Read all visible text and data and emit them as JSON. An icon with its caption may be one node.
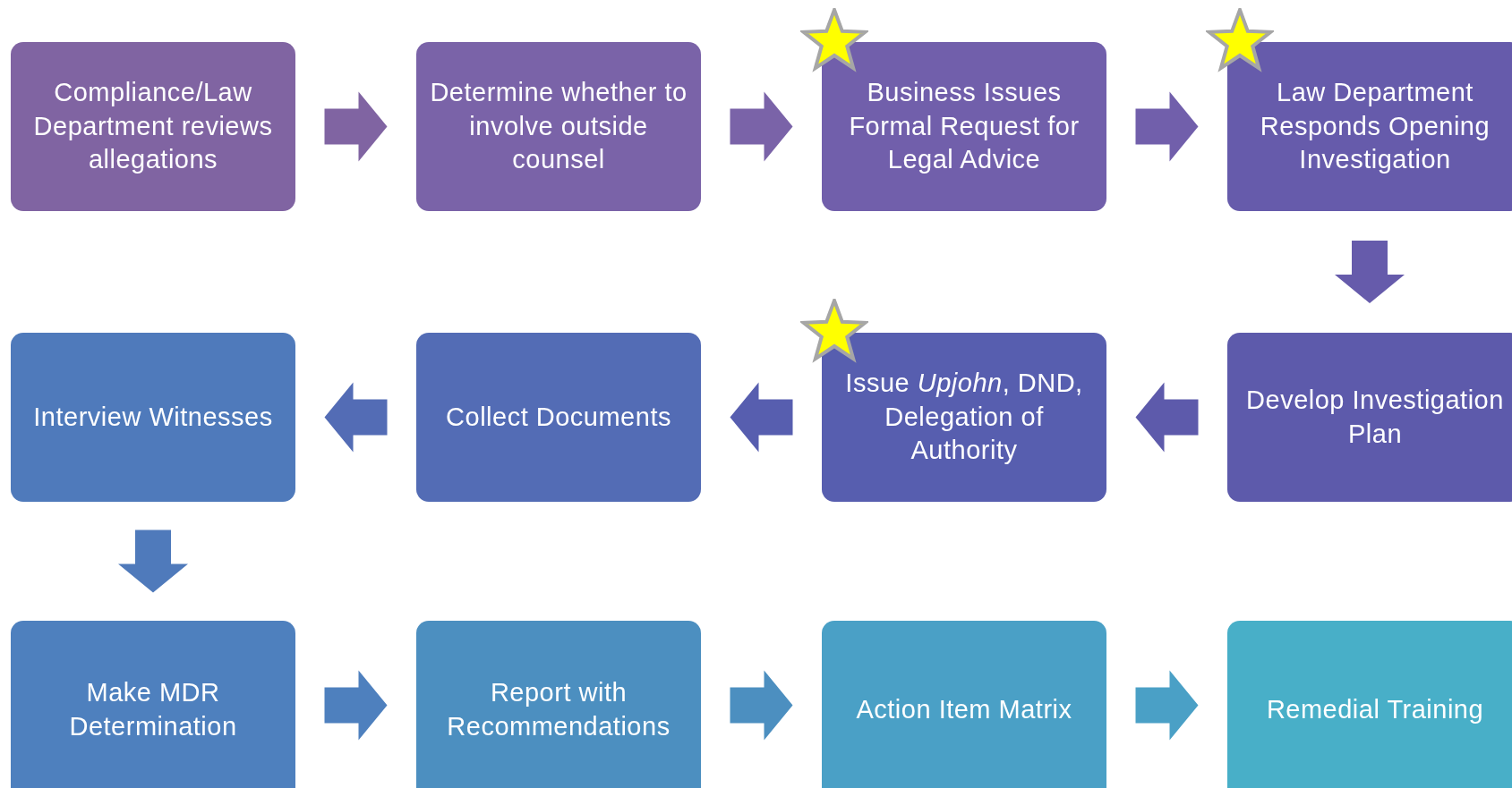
{
  "diagram": {
    "nodes": [
      {
        "text": [
          "Compliance/Law Department reviews allegations"
        ]
      },
      {
        "text": [
          "Determine whether to involve outside counsel"
        ]
      },
      {
        "text": [
          "Business Issues Formal Request for Legal Advice"
        ]
      },
      {
        "text": [
          "Law Department Responds Opening Investigation"
        ]
      },
      {
        "text": [
          "Develop Investigation Plan"
        ]
      },
      {
        "text": [
          "Issue *Upjohn*, DND, Delegation of Authority"
        ]
      },
      {
        "text": [
          "Collect Documents"
        ]
      },
      {
        "text": [
          "Interview Witnesses"
        ]
      },
      {
        "text": [
          "Make MDR Determination"
        ]
      },
      {
        "text": [
          "Report with Recommendations"
        ]
      },
      {
        "text": [
          "Action Item Matrix"
        ]
      },
      {
        "text": [
          "Remedial Training"
        ]
      }
    ],
    "edges": [
      {
        "from": 0,
        "to": 1,
        "arrow": "to"
      },
      {
        "from": 1,
        "to": 2,
        "arrow": "to"
      },
      {
        "from": 2,
        "to": 3,
        "arrow": "to"
      },
      {
        "from": 3,
        "to": 4,
        "arrow": "to"
      },
      {
        "from": 4,
        "to": 5,
        "arrow": "to"
      },
      {
        "from": 5,
        "to": 6,
        "arrow": "to"
      },
      {
        "from": 6,
        "to": 7,
        "arrow": "to"
      },
      {
        "from": 7,
        "to": 8,
        "arrow": "to"
      },
      {
        "from": 8,
        "to": 9,
        "arrow": "to"
      },
      {
        "from": 9,
        "to": 10,
        "arrow": "to"
      },
      {
        "from": 10,
        "to": 11,
        "arrow": "to"
      }
    ]
  }
}
